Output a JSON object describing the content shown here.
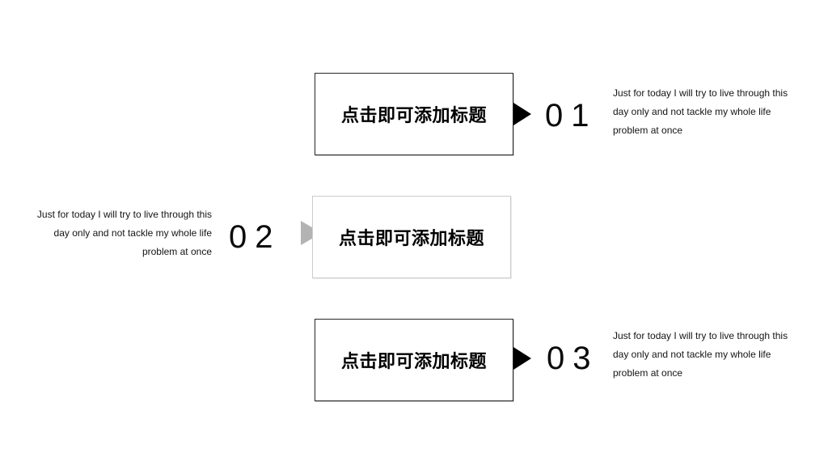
{
  "slide": {
    "background_color": "#ffffff",
    "accent_dark": "#000000",
    "accent_gray": "#b3b3b3",
    "items": [
      {
        "number": "01",
        "title": "点击即可添加标题",
        "arrow_color": "#000000",
        "description_lines": [
          "Just for today I will try to live through this",
          "day only and not tackle my whole life",
          "problem at once"
        ]
      },
      {
        "number": "02",
        "title": "点击即可添加标题",
        "arrow_color": "#b3b3b3",
        "description_lines": [
          "Just for today I will try to live through this",
          "day only and not tackle my whole life",
          "problem at once"
        ]
      },
      {
        "number": "03",
        "title": "点击即可添加标题",
        "arrow_color": "#000000",
        "description_lines": [
          "Just for today I will try to live through this",
          "day only and not tackle my whole life",
          "problem at once"
        ]
      }
    ]
  }
}
